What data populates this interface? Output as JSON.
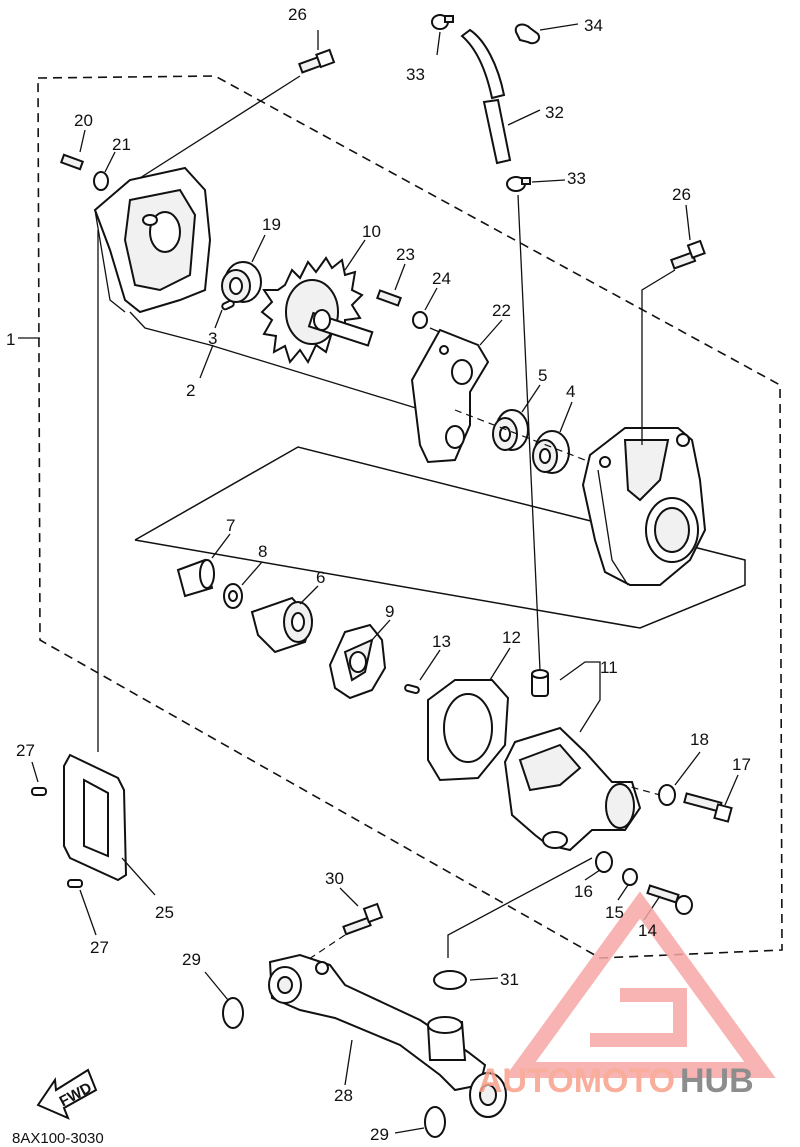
{
  "diagram_code": "8AX100-3030",
  "direction_label": "FWD",
  "watermark": {
    "prefix": "AUTOMOTO",
    "suffix": "HUB",
    "color_prefix": "#f7a08a",
    "color_suffix": "#7a7a7a",
    "color_triangle": "#f7a6a6"
  },
  "labels": {
    "l1": "1",
    "l2": "2",
    "l3": "3",
    "l4": "4",
    "l5": "5",
    "l6": "6",
    "l7": "7",
    "l8": "8",
    "l9": "9",
    "l10": "10",
    "l11": "11",
    "l12": "12",
    "l13": "13",
    "l14": "14",
    "l15": "15",
    "l16": "16",
    "l17": "17",
    "l18": "18",
    "l19": "19",
    "l20": "20",
    "l21": "21",
    "l22": "22",
    "l23": "23",
    "l24": "24",
    "l25": "25",
    "l26a": "26",
    "l26b": "26",
    "l27a": "27",
    "l27b": "27",
    "l28": "28",
    "l29a": "29",
    "l29b": "29",
    "l30": "30",
    "l31": "31",
    "l32": "32",
    "l33a": "33",
    "l33b": "33",
    "l34": "34"
  }
}
